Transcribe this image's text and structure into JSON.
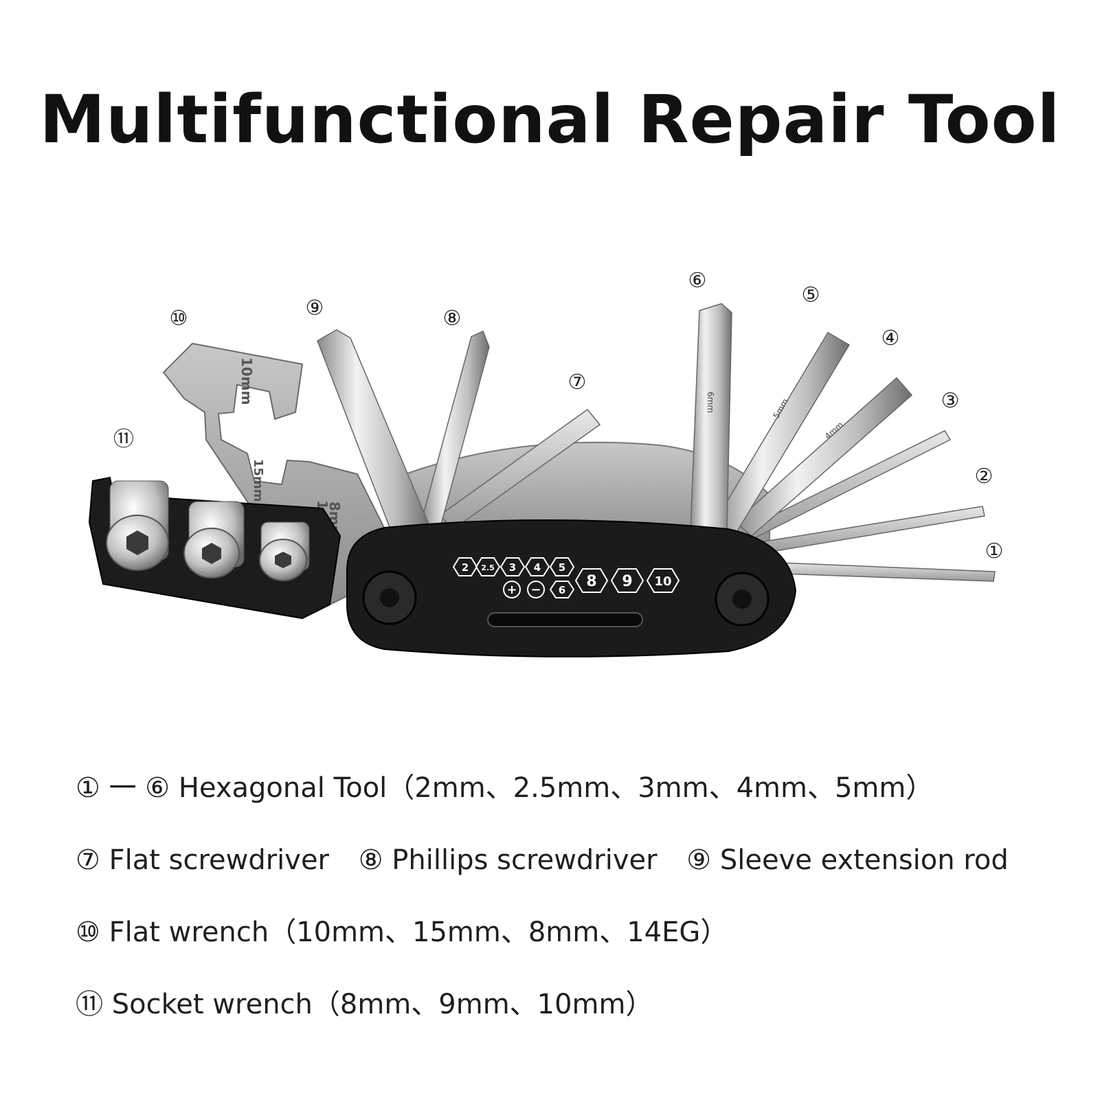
{
  "title": "Multifunctional Repair Tool",
  "callouts": {
    "c1": "①",
    "c2": "②",
    "c3": "③",
    "c4": "④",
    "c5": "⑤",
    "c6": "⑥",
    "c7": "⑦",
    "c8": "⑧",
    "c9": "⑨",
    "c10": "⑩",
    "c11": "⑪"
  },
  "tool_markings": {
    "hex_sizes": [
      "2",
      "2.5",
      "3",
      "4",
      "5"
    ],
    "plus": "+",
    "minus": "−",
    "six": "6",
    "big_sizes": [
      "8",
      "9",
      "10"
    ],
    "wrench_10": "10mm",
    "wrench_15": "15mm",
    "wrench_8": "8mm",
    "wrench_14": "14EG",
    "hex_6": "6mm",
    "hex_5": "5mm",
    "hex_4": "4mm"
  },
  "descriptions": {
    "line1": "① 一 ⑥  Hexagonal Tool（2mm、2.5mm、3mm、4mm、5mm）",
    "line2a": "⑦ Flat screwdriver",
    "line2b": "⑧ Phillips screwdriver",
    "line2c": "⑨ Sleeve extension rod",
    "line3": "⑩  Flat wrench（10mm、15mm、8mm、14EG）",
    "line4": "⑪  Socket wrench（8mm、9mm、10mm）"
  },
  "colors": {
    "body": "#1b1b1b",
    "metal_light": "#d9d9d9",
    "metal_dark": "#7d7d7d"
  }
}
